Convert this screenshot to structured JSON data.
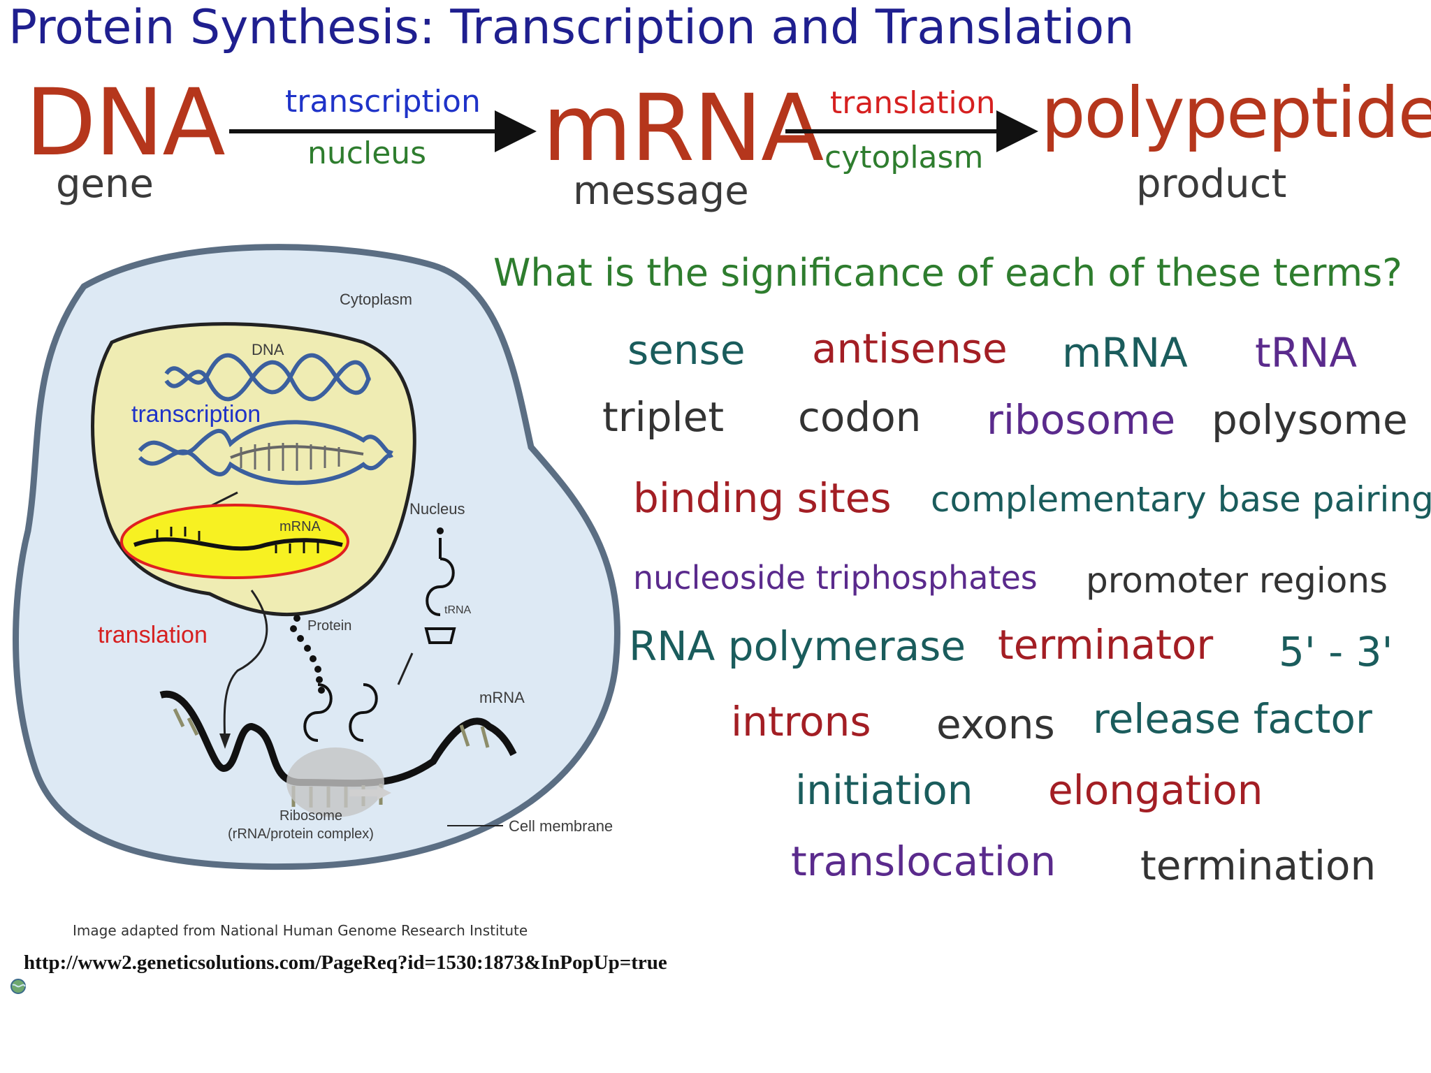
{
  "title": "Protein Synthesis: Transcription and Translation",
  "flow": {
    "dna": "DNA",
    "gene": "gene",
    "transcription": "transcription",
    "nucleus": "nucleus",
    "mrna": "mRNA",
    "message": "message",
    "translation": "translation",
    "cytoplasm": "cytoplasm",
    "polypeptide": "polypeptide",
    "product": "product"
  },
  "question": "What is the significance of each of these terms?",
  "terms": [
    "sense",
    "antisense",
    "mRNA",
    "tRNA",
    "triplet",
    "codon",
    "ribosome",
    "polysome",
    "binding sites",
    "complementary base pairing",
    "nucleoside triphosphates",
    "promoter regions",
    "RNA polymerase",
    "terminator",
    "5' - 3'",
    "introns",
    "exons",
    "release factor",
    "initiation",
    "elongation",
    "translocation",
    "termination"
  ],
  "diagram": {
    "cytoplasm": "Cytoplasm",
    "dna": "DNA",
    "transcription": "transcription",
    "mrna_nucleus": "mRNA",
    "nucleus": "Nucleus",
    "trna": "tRNA",
    "protein": "Protein",
    "translation": "translation",
    "mrna_cyto": "mRNA",
    "ribosome": "Ribosome",
    "ribosome_note": "(rRNA/protein complex)",
    "cell_membrane": "Cell membrane"
  },
  "credit": "Image adapted from   National Human Genome Research Institute",
  "url": "http://www2.geneticsolutions.com/PageReq?id=1530:1873&InPopUp=true",
  "colors": {
    "title": "#1f1f8f",
    "brand_red": "#b5361c",
    "teal": "#1a5c5c",
    "red": "#a31e24",
    "purple": "#5a2a8c",
    "green": "#2e7d2e"
  }
}
